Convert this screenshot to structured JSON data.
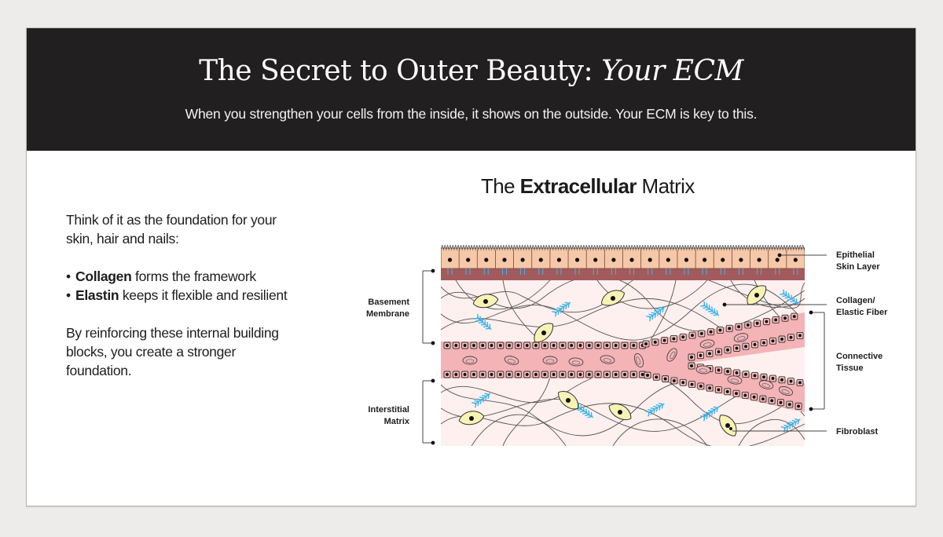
{
  "header": {
    "title_main": "The Secret to Outer Beauty: ",
    "title_italic": "Your ECM",
    "subtitle": "When you strengthen your cells from the inside, it shows on the outside. Your ECM is key to this."
  },
  "intro": {
    "paragraph1": "Think of it as the foundation for your skin, hair and nails:",
    "bullets": [
      {
        "bold": "Collagen",
        "text": " forms the framework"
      },
      {
        "bold": "Elastin",
        "text": " keeps it flexible and resilient"
      }
    ],
    "paragraph2": "By reinforcing these internal building blocks, you create a stronger foundation."
  },
  "diagram": {
    "title_pre": "The ",
    "title_bold": "Extracellular",
    "title_post": " Matrix",
    "labels": {
      "epithelial_1": "Epithelial",
      "epithelial_2": "Skin Layer",
      "collagen_1": "Collagen/",
      "collagen_2": "Elastic Fiber",
      "connective_1": "Connective",
      "connective_2": "Tissue",
      "fibroblast": "Fibroblast",
      "basement_1": "Basement",
      "basement_2": "Membrane",
      "interstitial_1": "Interstitial",
      "interstitial_2": "Matrix"
    },
    "colors": {
      "epithelium": "#f6c8a8",
      "membrane": "#a35a5c",
      "matrix_bg": "#fdf0ee",
      "vessel": "#f4b3b6",
      "fibroblast": "#f8f2b4",
      "elastin": "#3db4ea"
    }
  }
}
